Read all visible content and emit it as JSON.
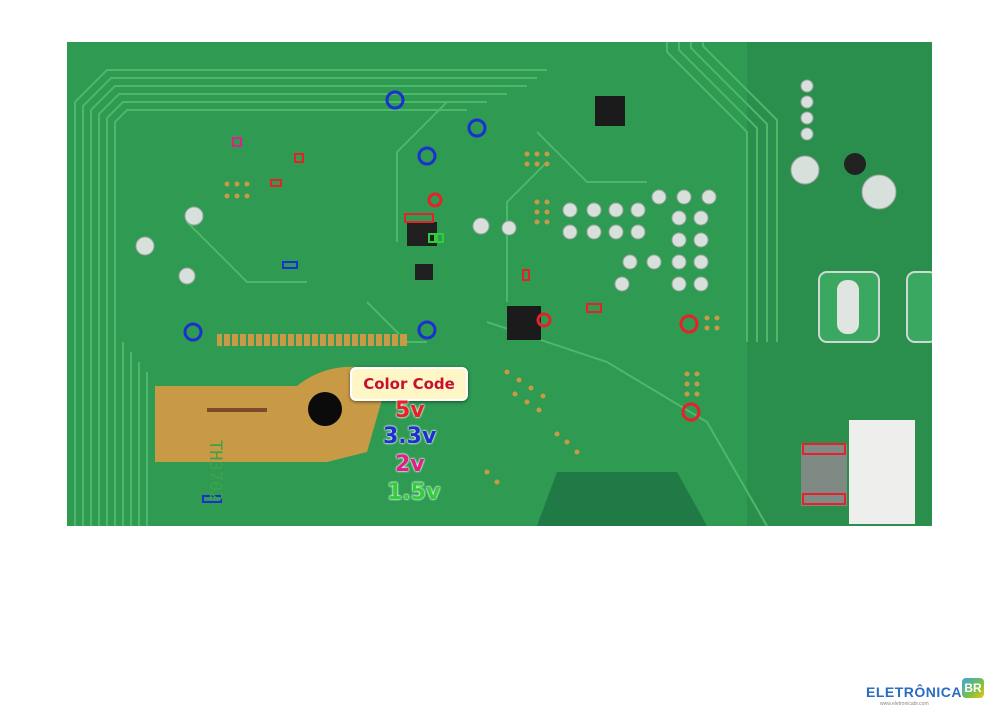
{
  "legend": {
    "title": "Color Code",
    "items": [
      {
        "label": "5v",
        "color": "#e8202a"
      },
      {
        "label": "3.3v",
        "color": "#1c2fd0"
      },
      {
        "label": "2v",
        "color": "#e0208a"
      },
      {
        "label": "1.5v",
        "color": "#2fcf3a"
      }
    ]
  },
  "board": {
    "silkscreen": "TH3702",
    "colors": {
      "pcb": "#2e9a52",
      "flex": "#c99a45",
      "trace": "#4db86a"
    }
  },
  "brand": {
    "name": "ELETRÔNICA",
    "badge": "BR",
    "url": "www.eletronicabr.com"
  }
}
